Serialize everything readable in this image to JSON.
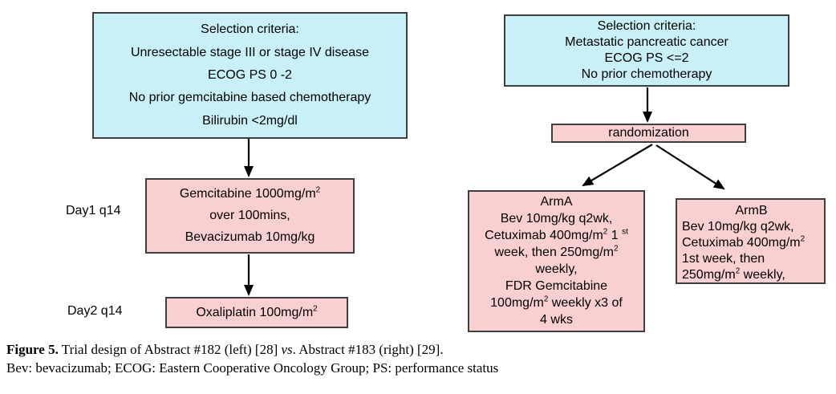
{
  "palette": {
    "cyan_fill": "#c7f0f7",
    "pink_fill": "#f9cfcf",
    "border": "#3f3f3f",
    "arrow": "#000000"
  },
  "left_flow": {
    "selection_box": {
      "lines": [
        "Selection criteria:",
        "Unresectable stage III or stage IV disease",
        "ECOG PS 0 -2",
        "No prior gemcitabine based chemotherapy",
        "Bilirubin <2mg/dl"
      ]
    },
    "day1_label": "Day1 q14",
    "day1_box": {
      "lines": [
        "Gemcitabine 1000mg/m^{2}",
        "over 100mins,",
        "Bevacizumab 10mg/kg"
      ]
    },
    "day2_label": "Day2 q14",
    "day2_box": {
      "lines": [
        "Oxaliplatin 100mg/m^{2}"
      ]
    }
  },
  "right_flow": {
    "selection_box": {
      "lines": [
        "Selection criteria:",
        "Metastatic pancreatic cancer",
        "ECOG PS <=2",
        "No prior chemotherapy"
      ]
    },
    "randomization_label": "randomization",
    "armA_box": {
      "lines": [
        "ArmA",
        "Bev 10mg/kg q2wk,",
        "Cetuximab 400mg/m^{2} 1 ^{st}",
        "week, then 250mg/m^{2}",
        "weekly,",
        "FDR Gemcitabine",
        "100mg/m^{2} weekly x3 of",
        "4 wks"
      ]
    },
    "armB_box": {
      "lines": [
        "ArmB",
        "Bev 10mg/kg q2wk,",
        "Cetuximab 400mg/m^{2}",
        "1st week, then",
        "250mg/m^{2} weekly,"
      ]
    }
  },
  "caption": {
    "label": "Figure 5.",
    "part1": " Trial design of Abstract #182 (left) [28] ",
    "vs": "vs",
    "part2": ". Abstract #183 (right) [29].",
    "line2": "Bev: bevacizumab; ECOG: Eastern Cooperative Oncology Group; PS: performance status"
  }
}
